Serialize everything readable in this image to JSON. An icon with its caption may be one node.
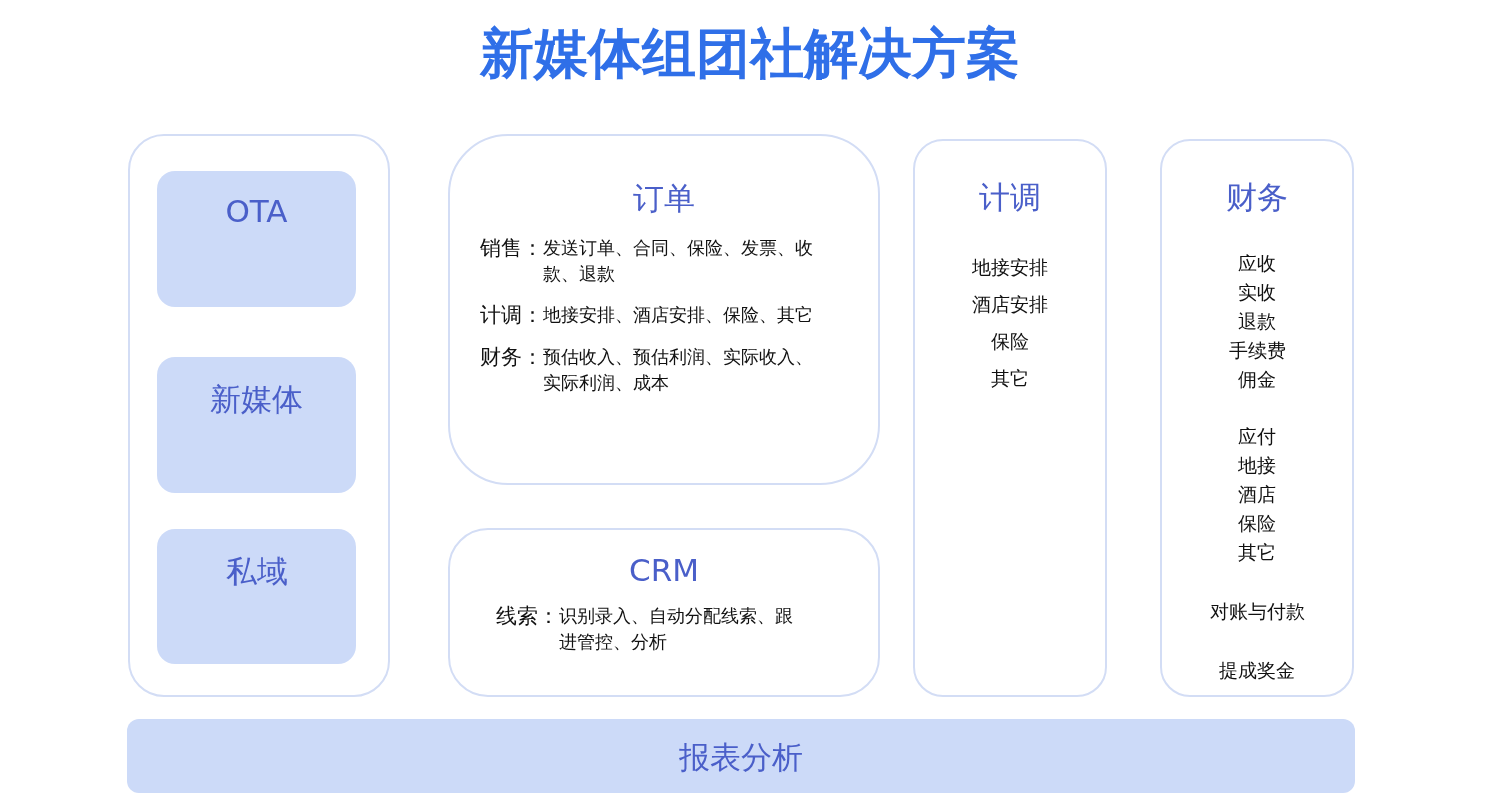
{
  "diagram": {
    "title": "新媒体组团社解决方案",
    "nodes": [
      {
        "text": [],
        "shape": "box"
      },
      {
        "text": [
          "OTA"
        ],
        "in": 0
      },
      {
        "text": [
          "新媒体"
        ],
        "in": 0
      },
      {
        "text": [
          "私域"
        ],
        "in": 0
      },
      {
        "text": [
          "订单",
          "销售：",
          "发送订单、合同、保险、发票、收款、退款",
          "计调：",
          "地接安排、酒店安排、保险、其它",
          "财务：",
          "预估收入、预估利润、实际收入、实际利润、成本"
        ]
      },
      {
        "text": [
          "CRM",
          "线索：",
          "识别录入、自动分配线索、跟进管控、分析"
        ]
      },
      {
        "text": [
          "计调",
          "地接安排",
          "酒店安排",
          "保险",
          "其它"
        ]
      },
      {
        "text": [
          "财务",
          "应收",
          "实收",
          "退款",
          "手续费",
          "佣金",
          "应付",
          "地接",
          "酒店",
          "保险",
          "其它",
          "对账与付款",
          "提成奖金"
        ]
      },
      {
        "text": [
          "报表分析"
        ]
      }
    ],
    "edges": []
  }
}
